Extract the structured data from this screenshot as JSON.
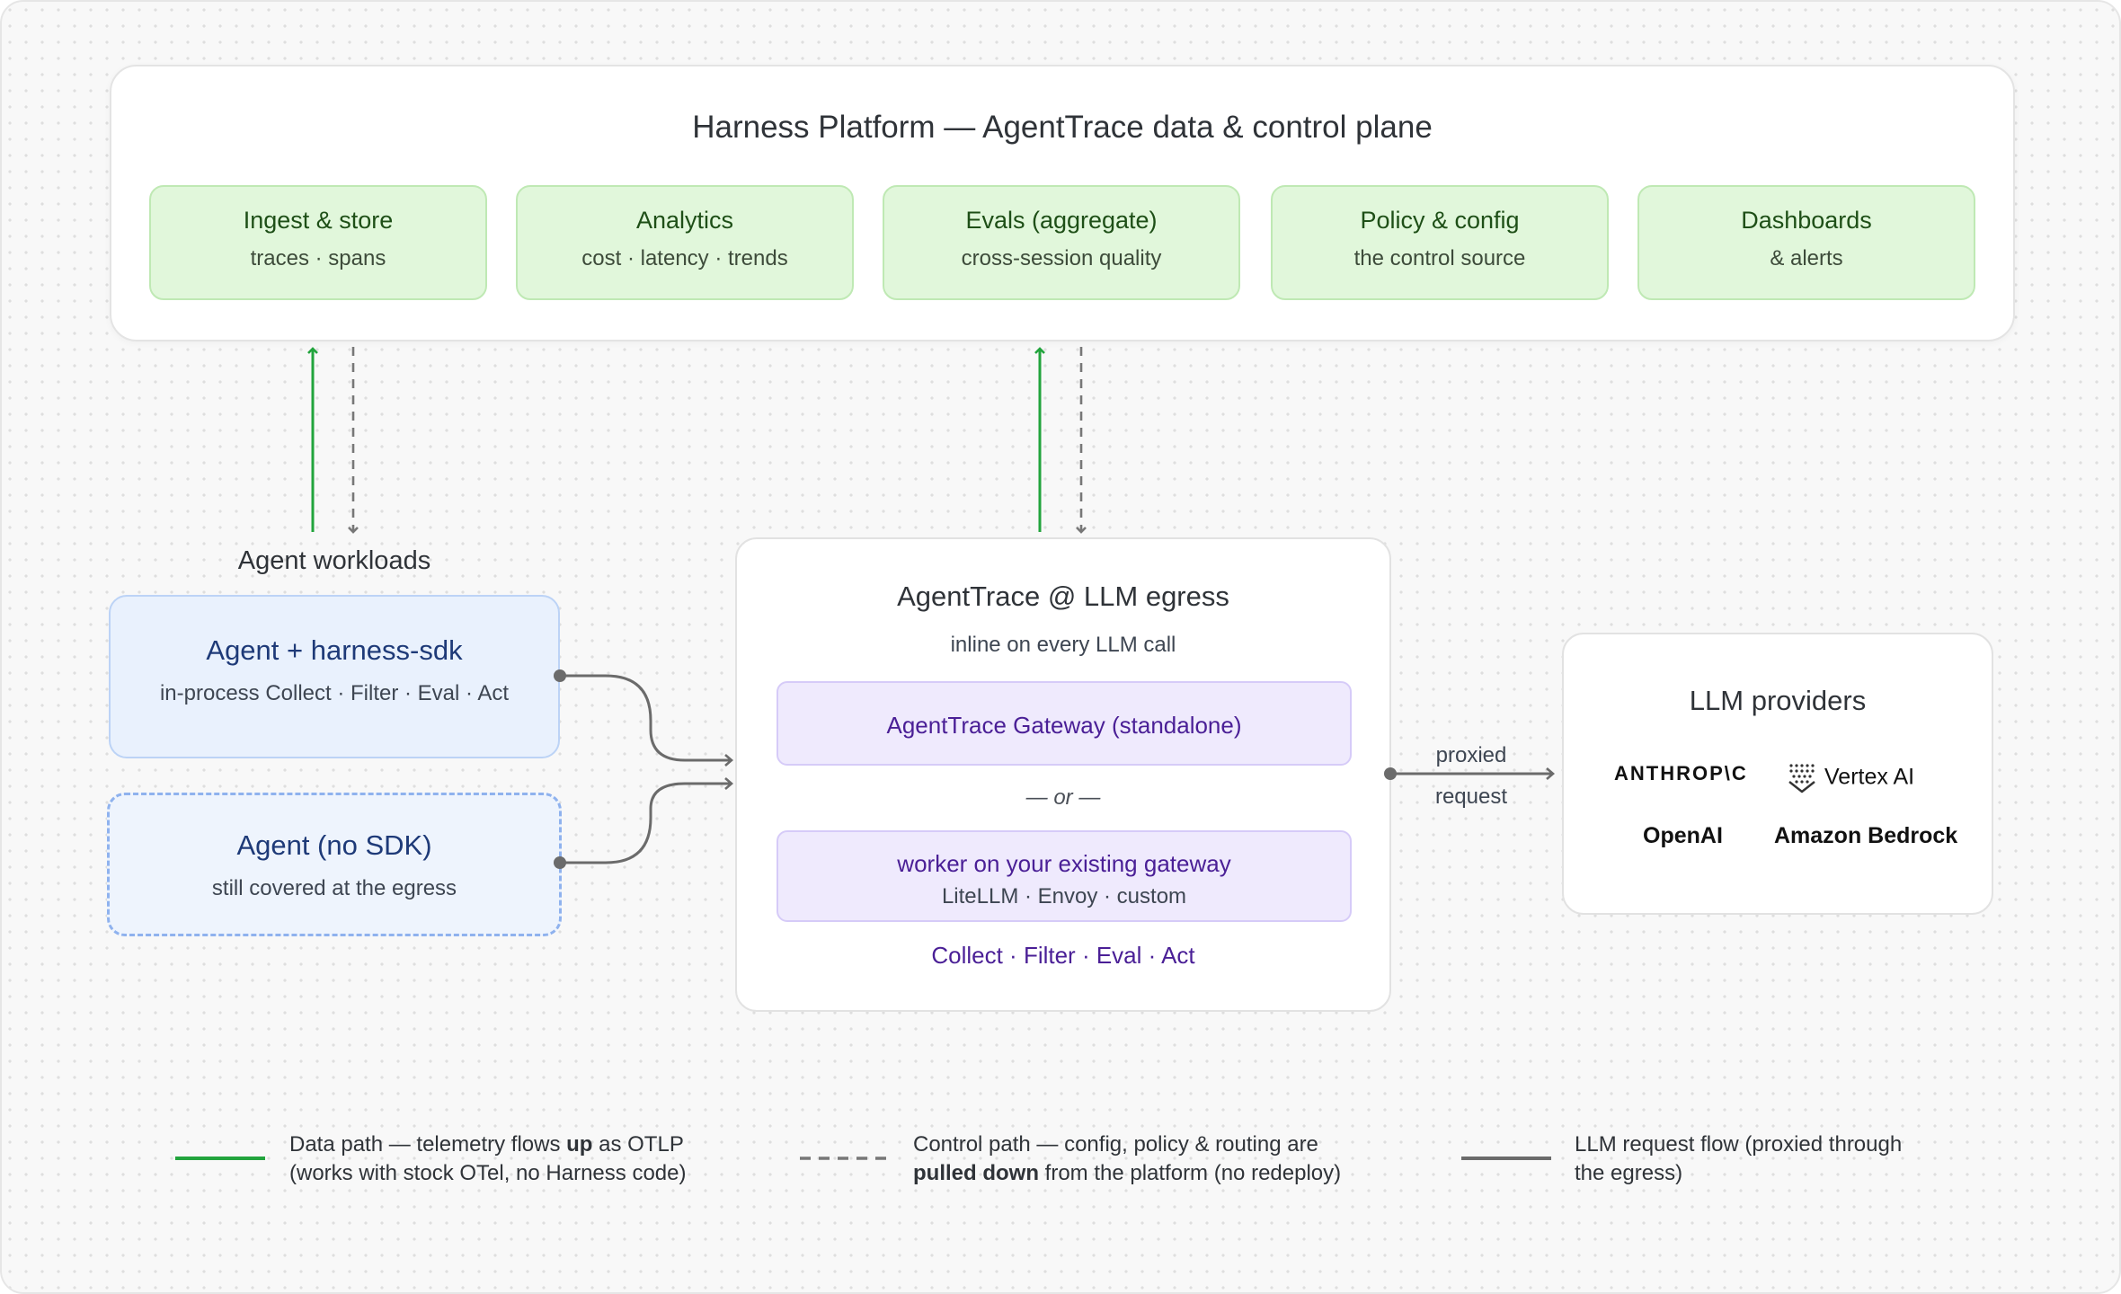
{
  "platform": {
    "title": "Harness Platform — AgentTrace data & control plane",
    "cards": [
      {
        "title": "Ingest & store",
        "subtitle": "traces · spans"
      },
      {
        "title": "Analytics",
        "subtitle": "cost · latency · trends"
      },
      {
        "title": "Evals (aggregate)",
        "subtitle": "cross-session quality"
      },
      {
        "title": "Policy & config",
        "subtitle": "the control source"
      },
      {
        "title": "Dashboards",
        "subtitle": "& alerts"
      }
    ]
  },
  "workloads": {
    "label": "Agent workloads",
    "sdk_agent": {
      "title": "Agent + harness-sdk",
      "subtitle": "in-process Collect · Filter · Eval · Act"
    },
    "nosdk_agent": {
      "title": "Agent (no SDK)",
      "subtitle": "still covered at the egress"
    }
  },
  "egress": {
    "title": "AgentTrace @ LLM egress",
    "subtitle": "inline on every LLM call",
    "gateway_standalone": "AgentTrace Gateway (standalone)",
    "or_text": "— or —",
    "gateway_worker_title": "worker on your existing gateway",
    "gateway_worker_subtitle": "LiteLLM · Envoy · custom",
    "actions": "Collect · Filter · Eval · Act"
  },
  "proxy_label": {
    "line1": "proxied",
    "line2": "request"
  },
  "providers": {
    "title": "LLM providers",
    "logos": {
      "anthropic": "ANTHROP\\C",
      "vertex": "Vertex AI",
      "openai": "OpenAI",
      "bedrock": "Amazon Bedrock"
    }
  },
  "legend": {
    "data": {
      "pre": "Data path — telemetry flows ",
      "bold": "up",
      "post": " as OTLP",
      "line2": "(works with stock OTel, no Harness code)"
    },
    "control": {
      "line1": "Control path — config, policy & routing are",
      "bold": "pulled down",
      "post": " from the platform (no redeploy)"
    },
    "llm": {
      "line1": "LLM request flow (proxied through",
      "line2": "the egress)"
    }
  },
  "colors": {
    "data_path": "#22a43d",
    "control_path": "#777777",
    "llm_flow": "#6b6b6b",
    "platform_card_bg": "#e1f7db",
    "agent_bg": "#e9f1fd",
    "gateway_bg": "#efeafd"
  },
  "icons": [
    "vertex-ai-icon"
  ]
}
